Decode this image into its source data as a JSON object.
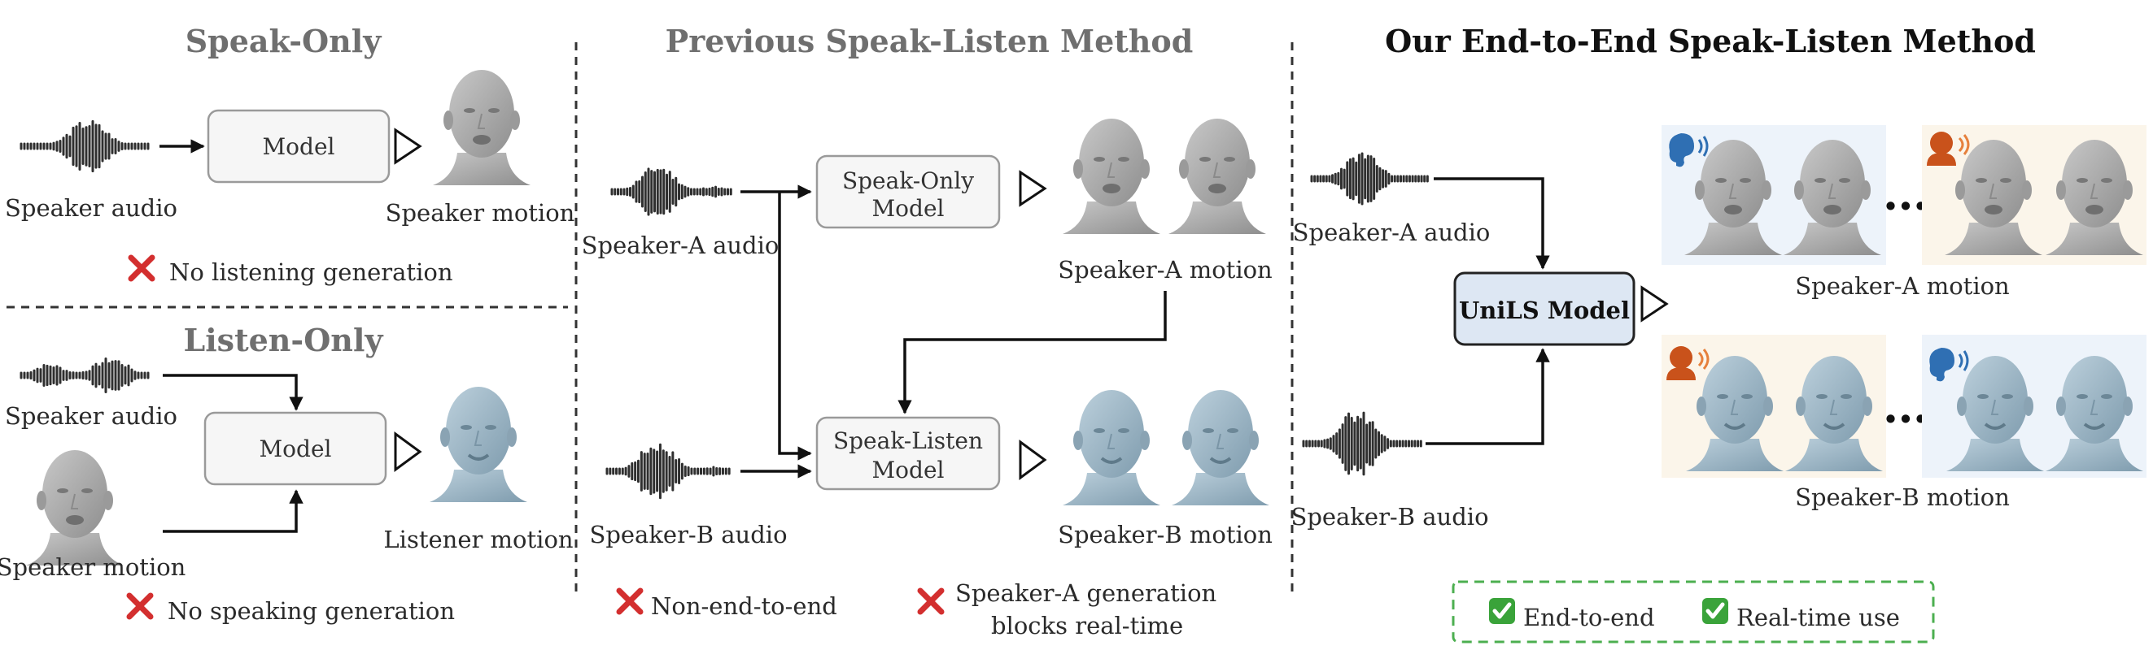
{
  "speak_only": {
    "title": "Speak-Only",
    "input_label": "Speaker audio",
    "model_label": "Model",
    "output_label": "Speaker motion",
    "drawback": "No listening generation"
  },
  "listen_only": {
    "title": "Listen-Only",
    "audio_label": "Speaker audio",
    "motion_input_label": "Speaker motion",
    "model_label": "Model",
    "output_label": "Listener motion",
    "drawback": "No speaking generation"
  },
  "previous": {
    "title": "Previous Speak-Listen Method",
    "a_audio_label": "Speaker-A audio",
    "b_audio_label": "Speaker-B audio",
    "speak_model_line1": "Speak-Only",
    "speak_model_line2": "Model",
    "listen_model_line1": "Speak-Listen",
    "listen_model_line2": "Model",
    "a_motion_label": "Speaker-A motion",
    "b_motion_label": "Speaker-B motion",
    "drawback1": "Non-end-to-end",
    "drawback2_line1": "Speaker-A generation",
    "drawback2_line2": "blocks real-time"
  },
  "ours": {
    "title": "Our End-to-End Speak-Listen Method",
    "a_audio_label": "Speaker-A audio",
    "b_audio_label": "Speaker-B audio",
    "model_label": "UniLS Model",
    "a_motion_label": "Speaker-A motion",
    "b_motion_label": "Speaker-B motion",
    "ellipsis": "•••",
    "benefit1": "End-to-end",
    "benefit2": "Real-time use"
  },
  "colors": {
    "head_gray": "#a9a9a9",
    "head_blue": "#9cb6c6",
    "box_fill": "#f6f6f6",
    "unils_fill": "#dde7f3",
    "panel_blue": "#edf3fa",
    "panel_peach": "#fbf5ea",
    "ear_blue": "#2f6fb3",
    "speaker_orange": "#c9521b",
    "cross_red": "#d32f2f",
    "check_green": "#3aa33a"
  }
}
